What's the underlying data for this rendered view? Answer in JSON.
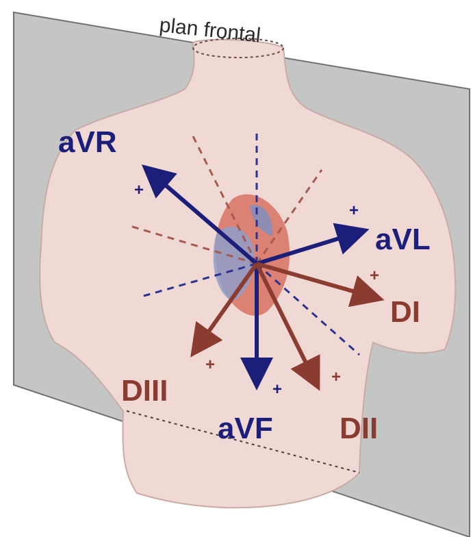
{
  "plane_label": "plan frontal",
  "sign": "+",
  "leads": {
    "aVR": "aVR",
    "aVL": "aVL",
    "DI": "DI",
    "DII": "DII",
    "DIII": "DIII",
    "aVF": "aVF"
  },
  "colors": {
    "plane": "#c4c6c5",
    "body": "#f0d9d4",
    "augmented_leads": "#1b1f7a",
    "limb_leads": "#8a3c30",
    "heart": "#d9786a"
  }
}
